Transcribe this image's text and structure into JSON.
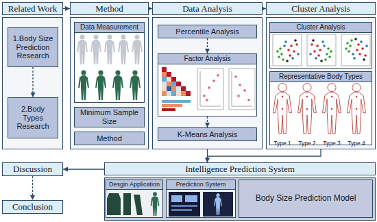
{
  "diagram": {
    "nodes": [
      {
        "text": [
          "Related Work"
        ]
      },
      {
        "text": [
          "1.Body Size Prediction Research"
        ],
        "in": 0
      },
      {
        "text": [
          "2.Body Types Research"
        ],
        "in": 0
      },
      {
        "text": [
          "Method"
        ]
      },
      {
        "text": [
          "Data Measurement"
        ],
        "in": 3
      },
      {
        "text": [
          "Minimum Sample Size"
        ],
        "in": 3
      },
      {
        "text": [
          "Method"
        ],
        "in": 3
      },
      {
        "text": [
          "Data Analysis"
        ]
      },
      {
        "text": [
          "Percentile Analysis"
        ],
        "in": 7
      },
      {
        "text": [
          "Factor Analysis"
        ],
        "in": 7
      },
      {
        "text": [
          "K-Means Analysis"
        ],
        "in": 7
      },
      {
        "text": [
          "Cluster Analysis"
        ]
      },
      {
        "text": [
          "Cluster Analysis"
        ],
        "in": 11
      },
      {
        "text": [
          "Representative Body Types"
        ],
        "in": 11
      },
      {
        "text": [
          "Discussion"
        ]
      },
      {
        "text": [
          "Intelligence Prediction System"
        ]
      },
      {
        "text": [
          "Desgin Application"
        ],
        "in": 15
      },
      {
        "text": [
          "Prediction System"
        ],
        "in": 15
      },
      {
        "text": [
          "Body Size Prediction Model"
        ],
        "in": 15
      },
      {
        "text": [
          "Conclusion"
        ]
      }
    ],
    "edges": [
      {
        "from": 0,
        "to": 3,
        "arrow": "to"
      },
      {
        "from": 3,
        "to": 7,
        "arrow": "to"
      },
      {
        "from": 7,
        "to": 11,
        "arrow": "to"
      },
      {
        "from": 1,
        "to": 2,
        "arrow": "to"
      },
      {
        "from": 8,
        "to": 9,
        "arrow": "to"
      },
      {
        "from": 9,
        "to": 10,
        "arrow": "to"
      },
      {
        "from": 7,
        "to": 15,
        "arrow": "to"
      },
      {
        "from": 11,
        "to": 15,
        "arrow": "to"
      },
      {
        "from": 15,
        "to": 14,
        "arrow": "to"
      },
      {
        "from": 14,
        "to": 19,
        "arrow": "to"
      }
    ],
    "labels": [
      "Type 1",
      "Type 2",
      "Type 3",
      "Type 4"
    ]
  }
}
